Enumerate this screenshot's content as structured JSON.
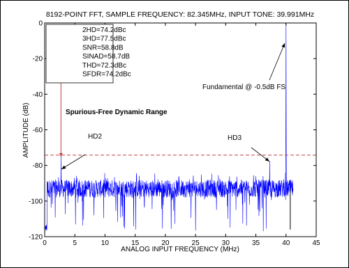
{
  "chart_data": {
    "type": "line",
    "title": "8192-POINT FFT, SAMPLE FREQUENCY: 82.345MHz, INPUT TONE: 39.991MHz",
    "xlabel": "ANALOG INPUT FREQUENCY (MHz)",
    "ylabel": "AMPLITUDE (dB)",
    "xlim": [
      0,
      45
    ],
    "ylim": [
      -120,
      0
    ],
    "xticks": [
      0,
      5,
      10,
      15,
      20,
      25,
      30,
      35,
      40,
      45
    ],
    "yticks": [
      0,
      -20,
      -40,
      -60,
      -80,
      -100,
      -120
    ],
    "grid": false,
    "legend_position": "top-left",
    "legend_entries": [
      "2HD=74.2dBc",
      "3HD=77.5dBc",
      "SNR=58.8dB",
      "SINAD=58.7dB",
      "THD=72.3dBc",
      "SFDR=74.2dBc"
    ],
    "series": [
      {
        "color": "#0000ff",
        "noise_floor_db": -93,
        "noise_range_db": [
          -117,
          -84
        ],
        "x_range": [
          0,
          41.17
        ],
        "peaks": [
          {
            "x": 39.99,
            "y": -0.5
          },
          {
            "x": 2.7,
            "y": -74.7
          },
          {
            "x": 37.3,
            "y": -78
          }
        ]
      }
    ],
    "reference_lines": [
      {
        "type": "horizontal",
        "y": -74.2,
        "style": "dashed",
        "color": "#c04040"
      },
      {
        "type": "vertical",
        "x": 2.7,
        "y_from": -6,
        "y_to": -75,
        "color": "#c04040"
      }
    ],
    "annotations": [
      {
        "text": "Fundamental @ -0.5dB FS",
        "x": 29,
        "y": -37
      },
      {
        "text": "Spurious-Free Dynamic Range",
        "x": 3.5,
        "y": -51
      },
      {
        "text": "HD2",
        "x": 8.5,
        "y": -66
      },
      {
        "text": "HD3",
        "x": 34.5,
        "y": -69
      }
    ]
  },
  "colors": {
    "signal": "#0000ff",
    "sfdr_line": "#c04040",
    "text": "#000000"
  }
}
